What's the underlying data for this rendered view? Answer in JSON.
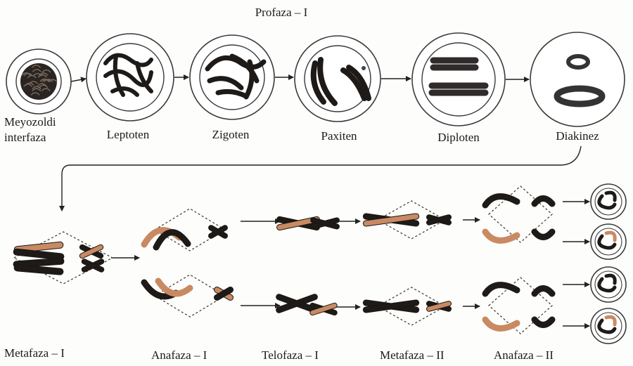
{
  "title": "Profaza – I",
  "prophase_stages": [
    {
      "label": "Meyozoldi\ninterfaza"
    },
    {
      "label": "Leptoten"
    },
    {
      "label": "Zigoten"
    },
    {
      "label": "Paxiten"
    },
    {
      "label": "Diploten"
    },
    {
      "label": "Diakinez"
    }
  ],
  "division_stages": [
    {
      "label": "Metafaza – I"
    },
    {
      "label": "Anafaza – I"
    },
    {
      "label": "Telofaza – I"
    },
    {
      "label": "Metafaza – II"
    },
    {
      "label": "Anafaza – II"
    }
  ],
  "colors": {
    "chromatid_dark": "#1e1a17",
    "chromatid_light": "#c98a62",
    "circle": "#3a3a3a",
    "spindle": "#444444"
  }
}
